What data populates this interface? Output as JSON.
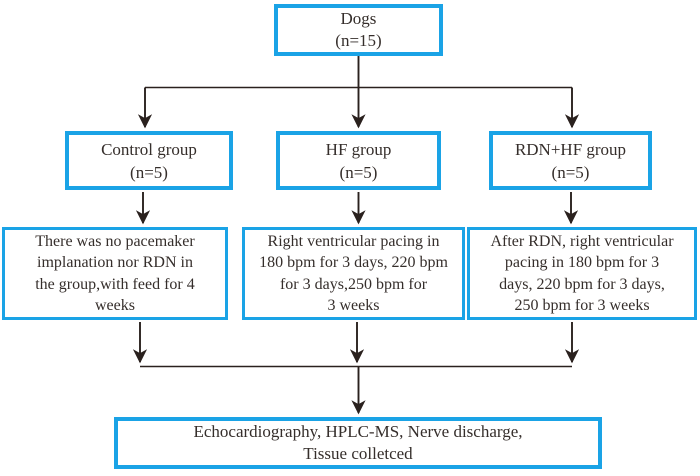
{
  "colors": {
    "box-border": "#1aa3e6",
    "arrow": "#2a211e",
    "text": "#352e2b",
    "background": "#ffffff"
  },
  "flowchart": {
    "root": {
      "lines": [
        "Dogs",
        "(n=15)"
      ]
    },
    "groups": [
      {
        "label": [
          "Control group",
          "(n=5)"
        ],
        "detail": [
          "There was no pacemaker",
          "implanation nor RDN in",
          "the group,with feed for 4",
          "weeks"
        ]
      },
      {
        "label": [
          "HF group",
          "(n=5)"
        ],
        "detail": [
          "Right ventricular pacing in",
          "180 bpm for 3 days, 220 bpm",
          "for 3 days,250 bpm for",
          "3 weeks"
        ]
      },
      {
        "label": [
          "RDN+HF group",
          "(n=5)"
        ],
        "detail": [
          "After RDN, right ventricular",
          "pacing in 180 bpm for 3",
          "days, 220 bpm for 3 days,",
          "250 bpm for 3 weeks"
        ]
      }
    ],
    "outcome": {
      "lines": [
        "Echocardiography, HPLC-MS, Nerve discharge,",
        "Tissue colletced"
      ]
    }
  }
}
